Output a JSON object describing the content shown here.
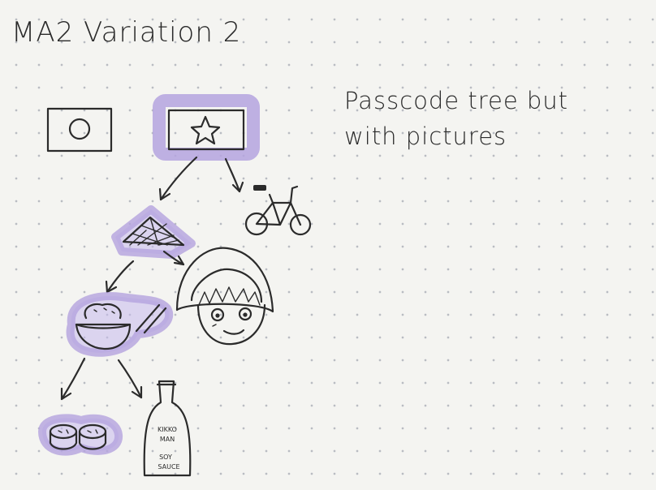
{
  "title": "MA2 Variation 2",
  "note": {
    "line1": "Passcode tree but",
    "line2": "with pictures"
  },
  "bottle": {
    "line1": "KIKKO",
    "line2": "MAN",
    "line3": "SOY",
    "line4": "SAUCE"
  },
  "colors": {
    "ink": "#2b2b2b",
    "highlight": "#b4a3df",
    "paper": "#f4f4f1",
    "dots": "#b9bcc2"
  }
}
